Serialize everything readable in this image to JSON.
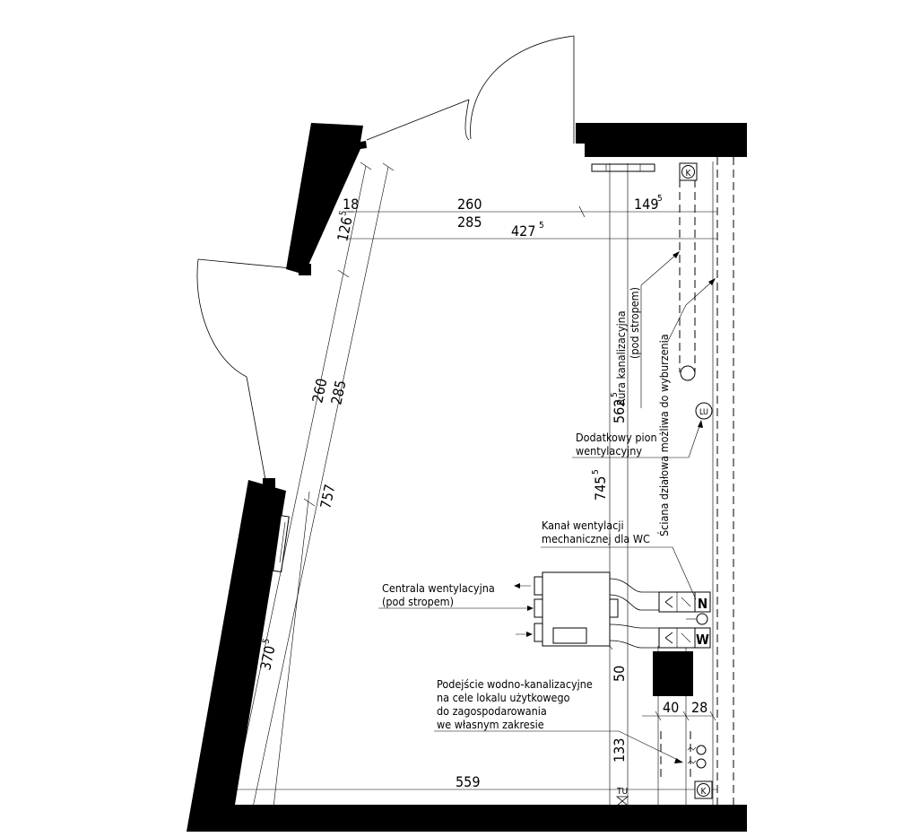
{
  "dimensions": {
    "top_18": "18",
    "top_260": "260",
    "top_149": "149",
    "top_149_sup": "5",
    "top_285": "285",
    "top_427": "427",
    "top_427_sup": "5",
    "left_126": "126",
    "left_126_sup": "5",
    "diag_260": "260",
    "diag_285": "285",
    "diag_757": "757",
    "diag_370": "370",
    "diag_370_sup": "5",
    "v_562": "562",
    "v_562_sup": "5",
    "v_745": "745",
    "v_745_sup": "5",
    "v_50": "50",
    "v_133": "133",
    "h_40": "40",
    "h_28": "28",
    "bottom_559": "559"
  },
  "labels": {
    "sewer_pipe_line1": "Rura kanalizacyjna",
    "sewer_pipe_line2": "(pod stropem)",
    "partition_wall": "Ściana działowa możliwa do wyburzenia",
    "vent_riser_line1": "Dodatkowy pion",
    "vent_riser_line2": "wentylacyjny",
    "wc_duct_line1": "Kanał wentylacji",
    "wc_duct_line2": "mechanicznej dla WC",
    "ahu_line1": "Centrala wentylacyjna",
    "ahu_line2": "(pod stropem)",
    "water_line1": "Podejście wodno-kanalizacyjne",
    "water_line2": "na cele lokalu użytkowego",
    "water_line3": "do zagospodarowania",
    "water_line4": "we własnym zakresie"
  },
  "symbols": {
    "k_top": "K",
    "k_bottom": "K",
    "lu": "LU",
    "n": "N",
    "w": "W",
    "tu": "TU"
  }
}
